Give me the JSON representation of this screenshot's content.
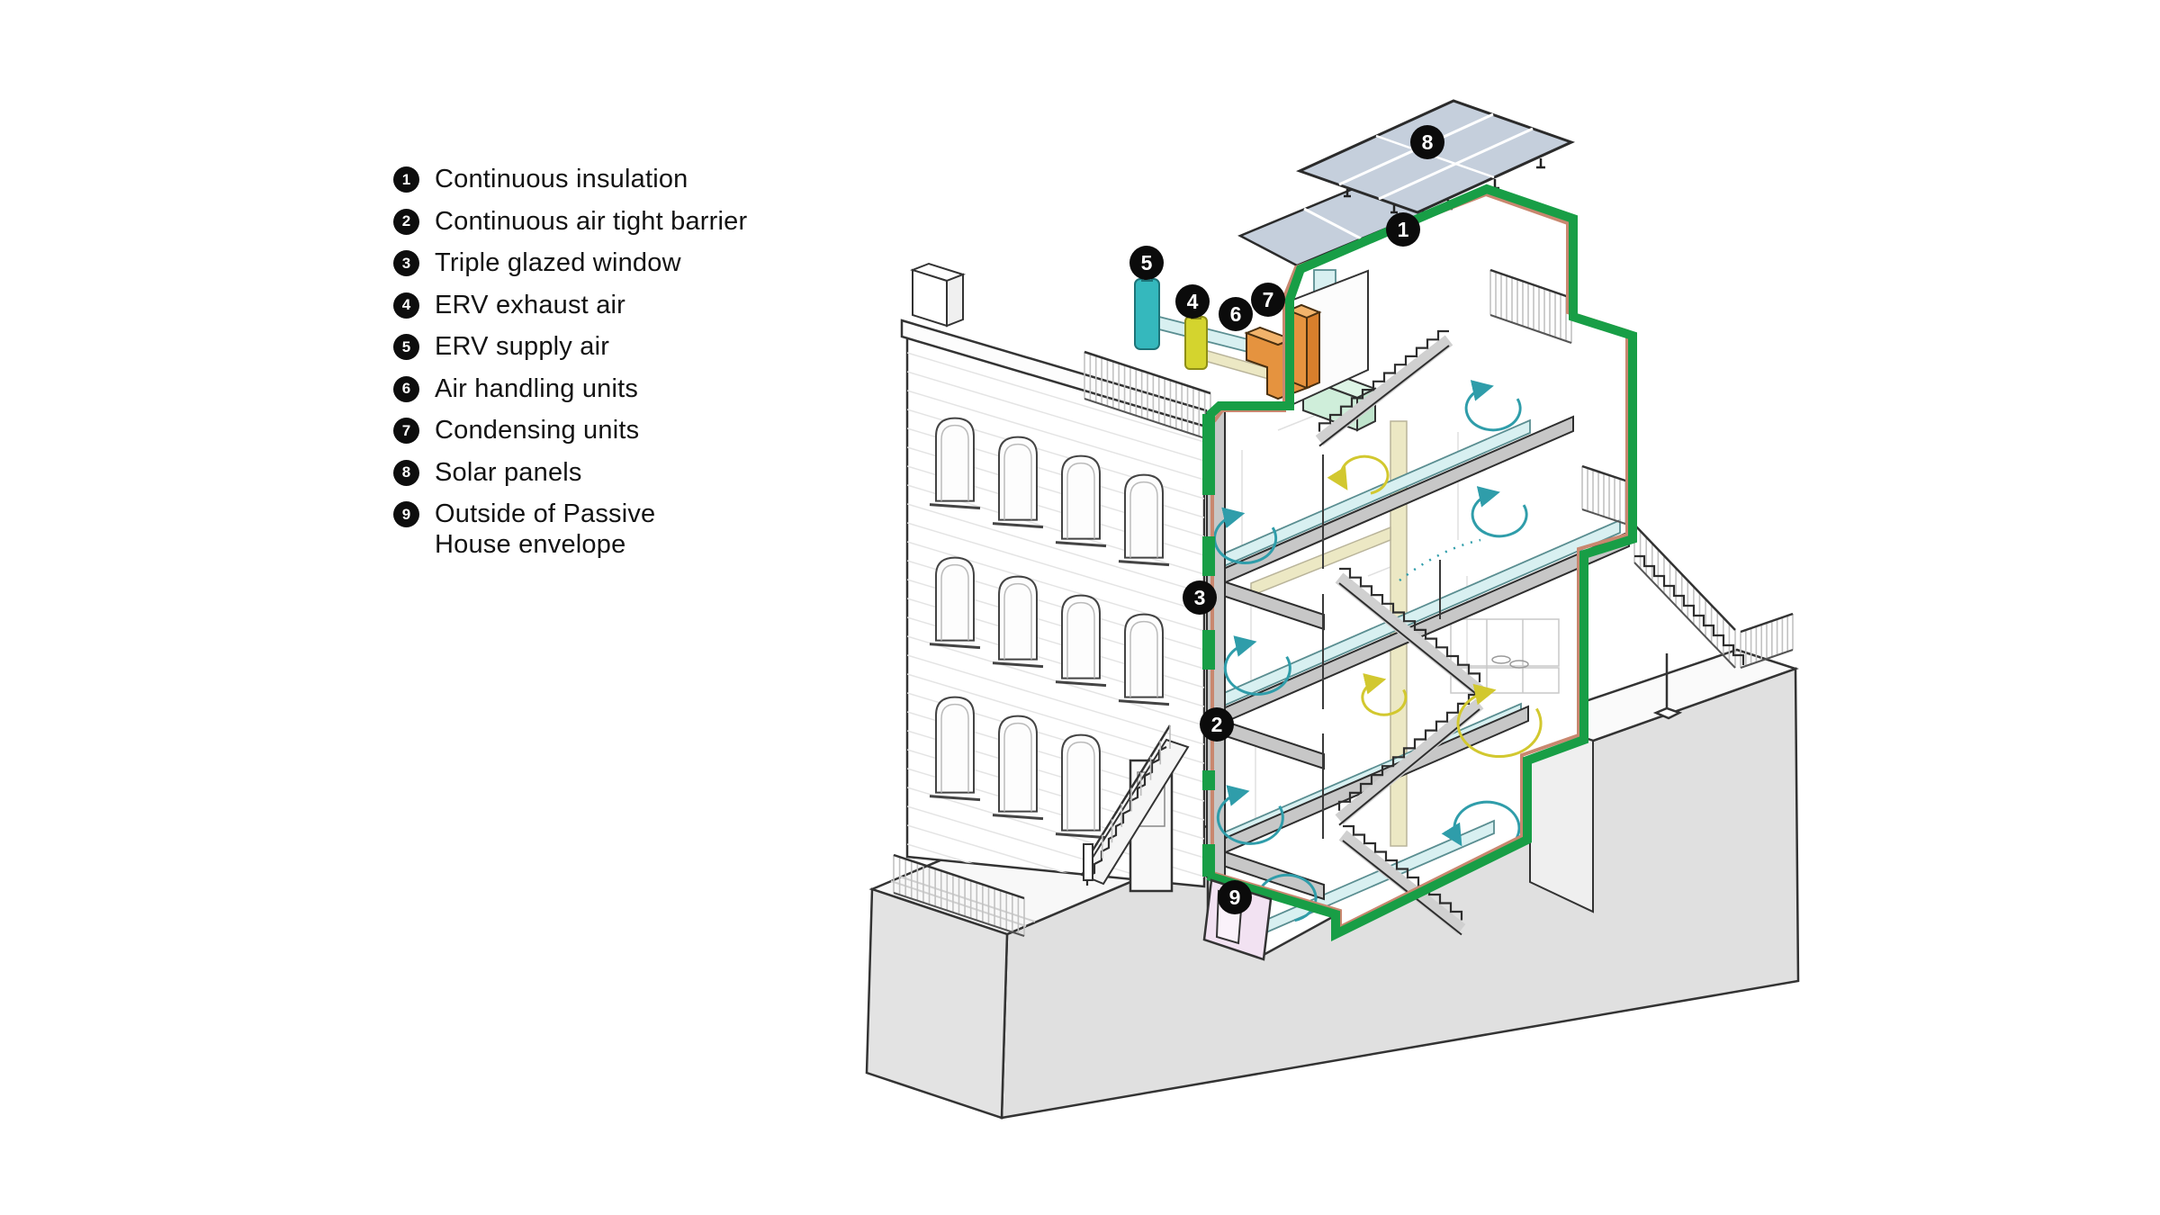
{
  "legend": {
    "items": [
      {
        "num": "1",
        "label": "Continuous insulation"
      },
      {
        "num": "2",
        "label": "Continuous air tight barrier"
      },
      {
        "num": "3",
        "label": "Triple glazed window"
      },
      {
        "num": "4",
        "label": "ERV exhaust air"
      },
      {
        "num": "5",
        "label": "ERV supply air"
      },
      {
        "num": "6",
        "label": "Air handling units"
      },
      {
        "num": "7",
        "label": "Condensing units"
      },
      {
        "num": "8",
        "label": "Solar panels"
      },
      {
        "num": "9",
        "label": "Outside of Passive House envelope"
      }
    ]
  },
  "markers": [
    {
      "num": "1"
    },
    {
      "num": "2"
    },
    {
      "num": "3"
    },
    {
      "num": "4"
    },
    {
      "num": "5"
    },
    {
      "num": "6"
    },
    {
      "num": "7"
    },
    {
      "num": "8"
    },
    {
      "num": "9"
    }
  ],
  "colors": {
    "insulation_green": "#189e46",
    "airtight_salmon": "#c9876f",
    "solar_panel_blue": "#c5cfdc",
    "supply_air_teal": "#2f9daa",
    "exhaust_air_yellow": "#d2c82f",
    "condensing_orange": "#e5933f",
    "erv_supply_cylinder": "#35b8bd",
    "erv_exhaust_cylinder": "#d4d42e",
    "air_handler_green": "#cfeeda",
    "outside_envelope_pink": "#f2e2f2",
    "ground_gray": "#e2e2e2",
    "slab_gray": "#c7c7c7"
  }
}
